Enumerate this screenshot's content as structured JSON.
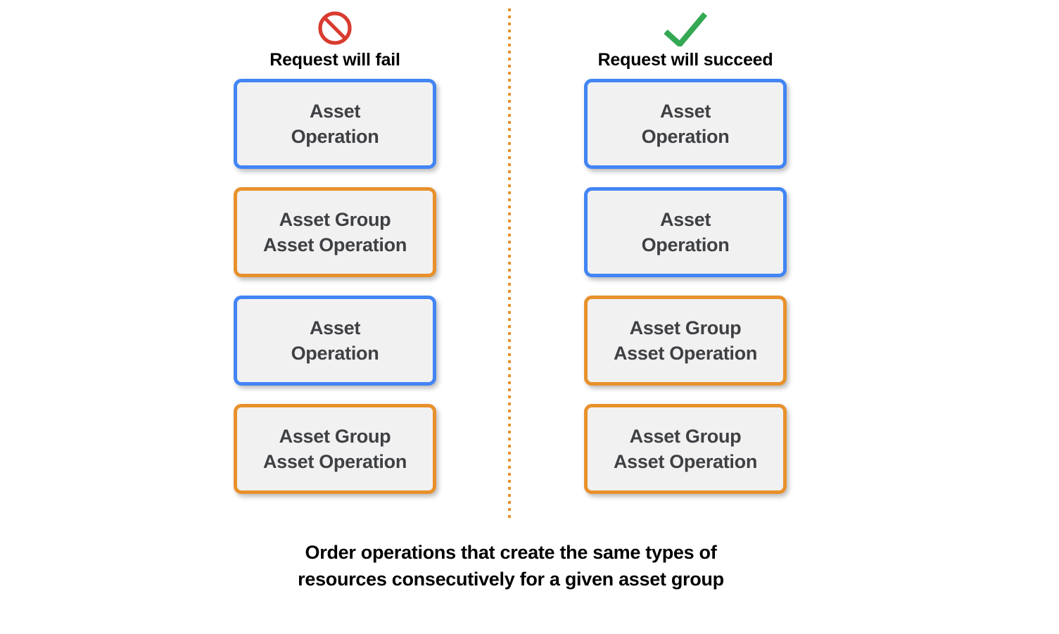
{
  "diagram": {
    "divider": {
      "name": "vertical-dotted-divider",
      "color": "#E8912C"
    },
    "columns": [
      {
        "id": "fail",
        "icon": "no-entry-icon",
        "icon_color": "#D93B30",
        "label": "Request will fail",
        "boxes": [
          {
            "text": "Asset\nOperation",
            "type": "asset",
            "border_color": "#4285F4"
          },
          {
            "text": "Asset Group\nAsset Operation",
            "type": "asset-group",
            "border_color": "#E8912C"
          },
          {
            "text": "Asset\nOperation",
            "type": "asset",
            "border_color": "#4285F4"
          },
          {
            "text": "Asset Group\nAsset Operation",
            "type": "asset-group",
            "border_color": "#E8912C"
          }
        ]
      },
      {
        "id": "succeed",
        "icon": "checkmark-icon",
        "icon_color": "#34A853",
        "label": "Request will succeed",
        "boxes": [
          {
            "text": "Asset\nOperation",
            "type": "asset",
            "border_color": "#4285F4"
          },
          {
            "text": "Asset\nOperation",
            "type": "asset",
            "border_color": "#4285F4"
          },
          {
            "text": "Asset Group\nAsset Operation",
            "type": "asset-group",
            "border_color": "#E8912C"
          },
          {
            "text": "Asset Group\nAsset Operation",
            "type": "asset-group",
            "border_color": "#E8912C"
          }
        ]
      }
    ],
    "caption": "Order operations that create the same types of\nresources consecutively for a given asset group",
    "colors": {
      "blue": "#4285F4",
      "orange": "#E8912C",
      "red": "#D93B30",
      "green": "#34A853",
      "box_fill": "#F1F1F1",
      "box_text": "#3E4043",
      "caption_text": "#000000",
      "background": "#FFFFFF"
    }
  }
}
